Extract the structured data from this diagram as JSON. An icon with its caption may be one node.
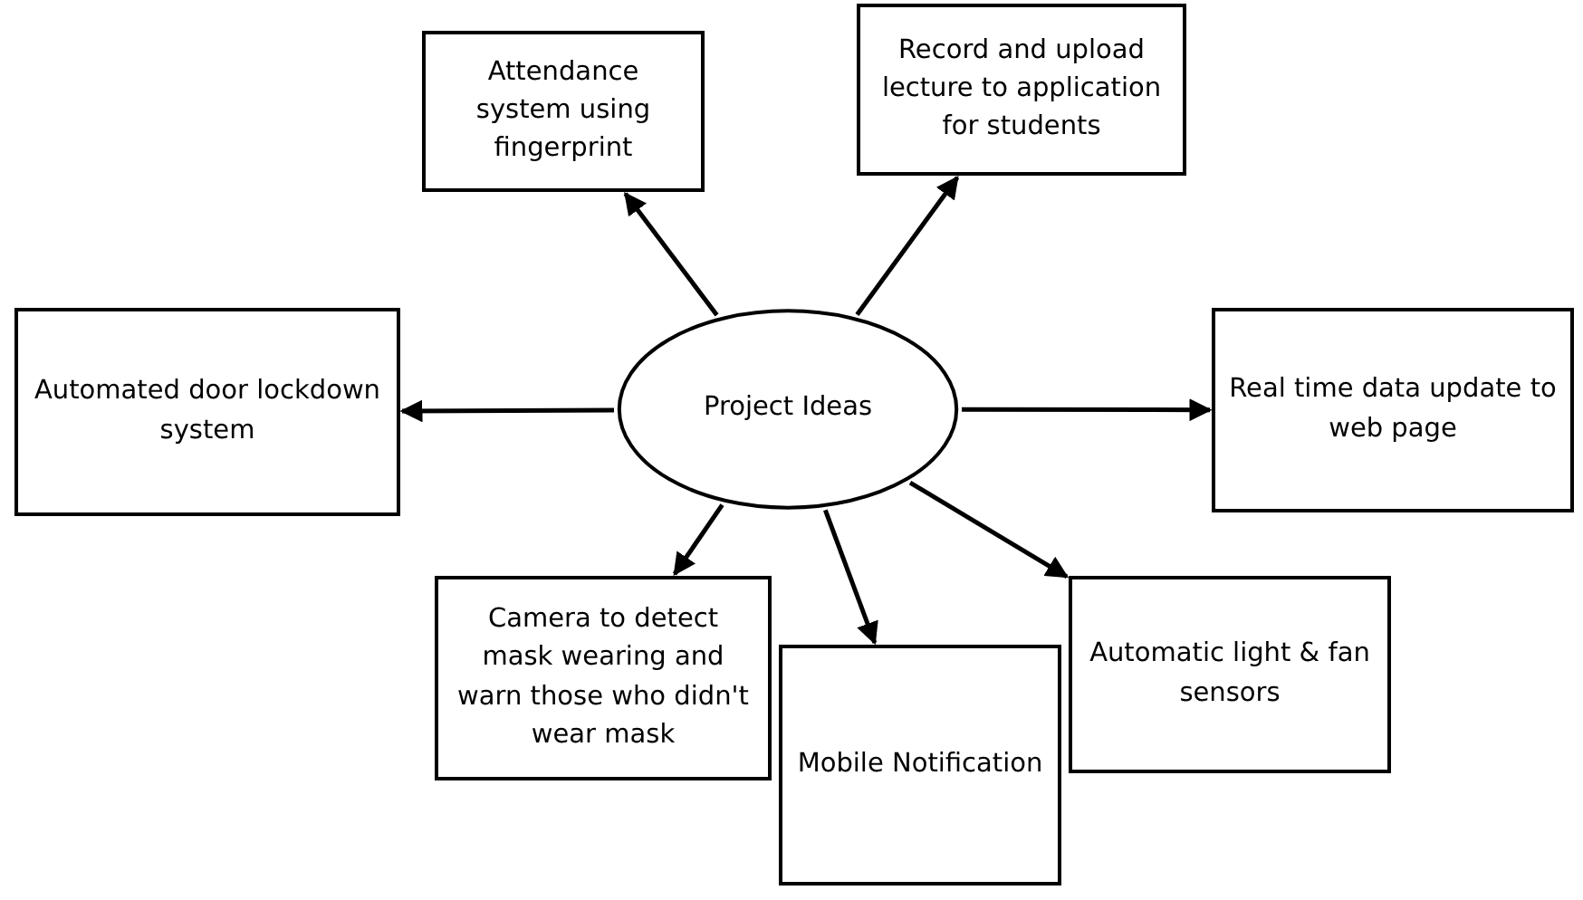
{
  "diagram": {
    "nodes": [
      {
        "text": [
          "Project Ideas"
        ]
      },
      {
        "text": [
          "Attendance system using fingerprint"
        ]
      },
      {
        "text": [
          "Record and upload lecture to application for students"
        ]
      },
      {
        "text": [
          "Automated door lockdown system"
        ]
      },
      {
        "text": [
          "Real time data update to web page"
        ]
      },
      {
        "text": [
          "Camera to detect mask wearing and warn those who didn't wear mask"
        ]
      },
      {
        "text": [
          "Mobile Notification"
        ]
      },
      {
        "text": [
          "Automatic light & fan sensors"
        ]
      }
    ],
    "edges": [
      {
        "from": 0,
        "to": 1,
        "arrow": "to"
      },
      {
        "from": 0,
        "to": 2,
        "arrow": "to"
      },
      {
        "from": 0,
        "to": 3,
        "arrow": "to"
      },
      {
        "from": 0,
        "to": 4,
        "arrow": "to"
      },
      {
        "from": 0,
        "to": 5,
        "arrow": "to"
      },
      {
        "from": 0,
        "to": 6,
        "arrow": "to"
      },
      {
        "from": 0,
        "to": 7,
        "arrow": "to"
      }
    ]
  }
}
